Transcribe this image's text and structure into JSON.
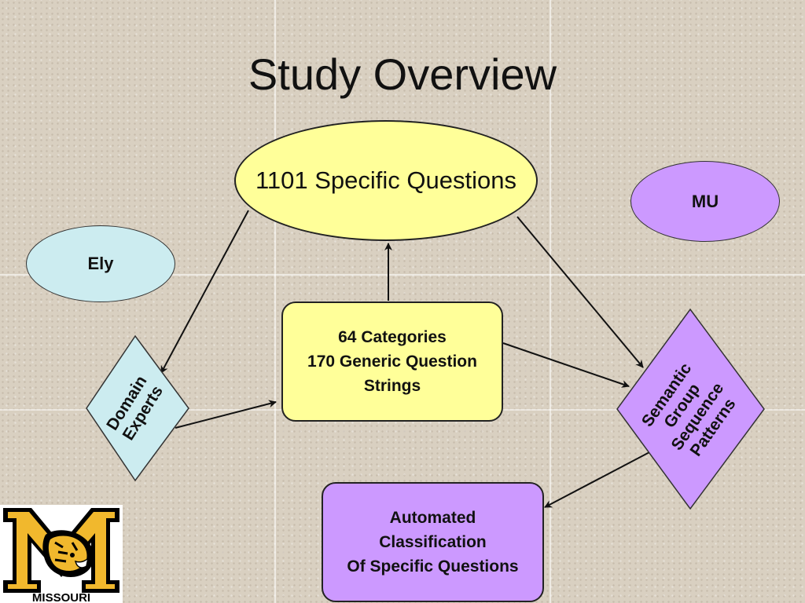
{
  "title": "Study Overview",
  "nodes": {
    "specific_questions": "1101 Specific Questions",
    "ely": "Ely",
    "mu": "MU",
    "categories": {
      "line1": "64 Categories",
      "line2": "170 Generic Question",
      "line3": "Strings"
    },
    "domain_experts": {
      "line1": "Domain",
      "line2": "Experts"
    },
    "semantic": {
      "line1": "Semantic",
      "line2": "Group",
      "line3": "Sequence",
      "line4": "Patterns"
    },
    "automated": {
      "line1": "Automated",
      "line2": "Classification",
      "line3": "Of Specific Questions"
    }
  },
  "logo": {
    "text": "MISSOURI",
    "colors": {
      "gold": "#f1b82d",
      "black": "#000000"
    }
  },
  "colors": {
    "yellow_fill": "#ffff99",
    "light_blue_fill": "#ccecf0",
    "purple_fill": "#cc99ff",
    "background": "#d9d0c1"
  }
}
